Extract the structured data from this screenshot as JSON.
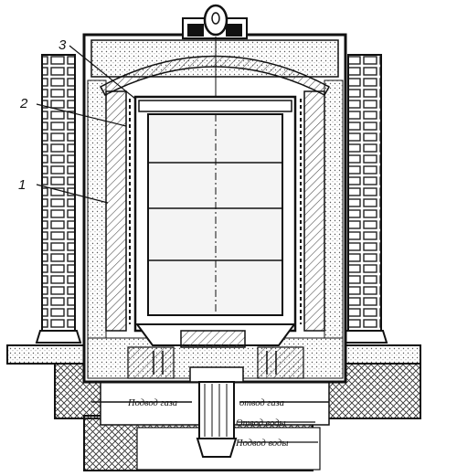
{
  "callouts": [
    {
      "id": "1",
      "label": "1"
    },
    {
      "id": "2",
      "label": "2"
    },
    {
      "id": "3",
      "label": "3"
    }
  ],
  "captions": {
    "gas_in": "Подвод газа",
    "gas_out": "отвод газа",
    "water_out": "Отвод воды",
    "water_in": "Подвод воды"
  },
  "colors": {
    "ink": "#111111",
    "paper": "#ffffff",
    "hatch": "#444444",
    "inner_fill": "#f4f4f4"
  }
}
